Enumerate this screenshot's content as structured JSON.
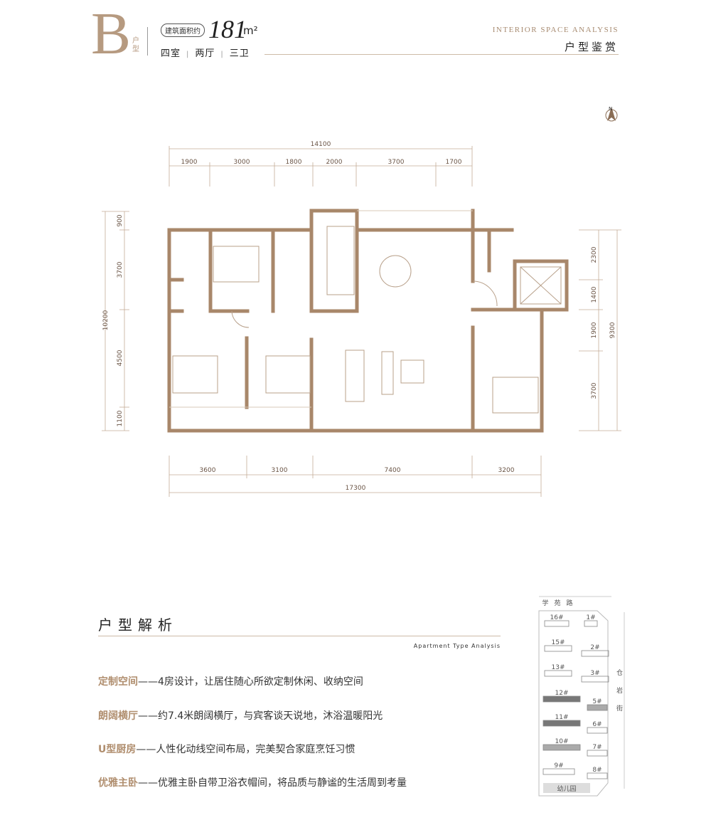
{
  "header": {
    "type_letter": "B",
    "type_suffix": "户型",
    "area_label": "建筑面积约",
    "area_value": "181",
    "area_unit": "m²",
    "rooms": [
      "四室",
      "两厅",
      "三卫"
    ],
    "title_en": "INTERIOR SPACE ANALYSIS",
    "title_cn": "户型鉴赏"
  },
  "compass": {
    "label": "N"
  },
  "dimensions": {
    "top_total": "14100",
    "top": [
      "1900",
      "3000",
      "1800",
      "2000",
      "3700",
      "1700"
    ],
    "bottom": [
      "3600",
      "3100",
      "7400",
      "3200"
    ],
    "bottom_total": "17300",
    "left": [
      "900",
      "3700",
      "4500",
      "1100"
    ],
    "left_total": "10200",
    "right": [
      "2300",
      "1400",
      "1900",
      "3700"
    ],
    "right_total": "9300"
  },
  "colors": {
    "wall": "#a8876a",
    "accent": "#b08e6e",
    "line": "#cdbba8"
  },
  "analysis": {
    "title": "户型解析",
    "subtitle_en": "Apartment Type Analysis",
    "features": [
      {
        "key": "定制空间",
        "text": "——4房设计，让居住随心所欲定制休闲、收纳空间"
      },
      {
        "key": "朗阔横厅",
        "text": "——约7.4米朗阔横厅，与宾客谈天说地，沐浴温暖阳光"
      },
      {
        "key": "U型厨房",
        "text": "——人性化动线空间布局，完美契合家庭烹饪习惯"
      },
      {
        "key": "优雅主卧",
        "text": "——优雅主卧自带卫浴衣帽间，将品质与静谧的生活周到考量"
      }
    ]
  },
  "site_plan": {
    "road_top": "学苑路",
    "road_right": "仓岩街",
    "kindergarten": "幼儿园",
    "buildings": [
      "16#",
      "1#",
      "15#",
      "2#",
      "13#",
      "3#",
      "12#",
      "5#",
      "11#",
      "6#",
      "10#",
      "7#",
      "9#",
      "8#"
    ]
  }
}
